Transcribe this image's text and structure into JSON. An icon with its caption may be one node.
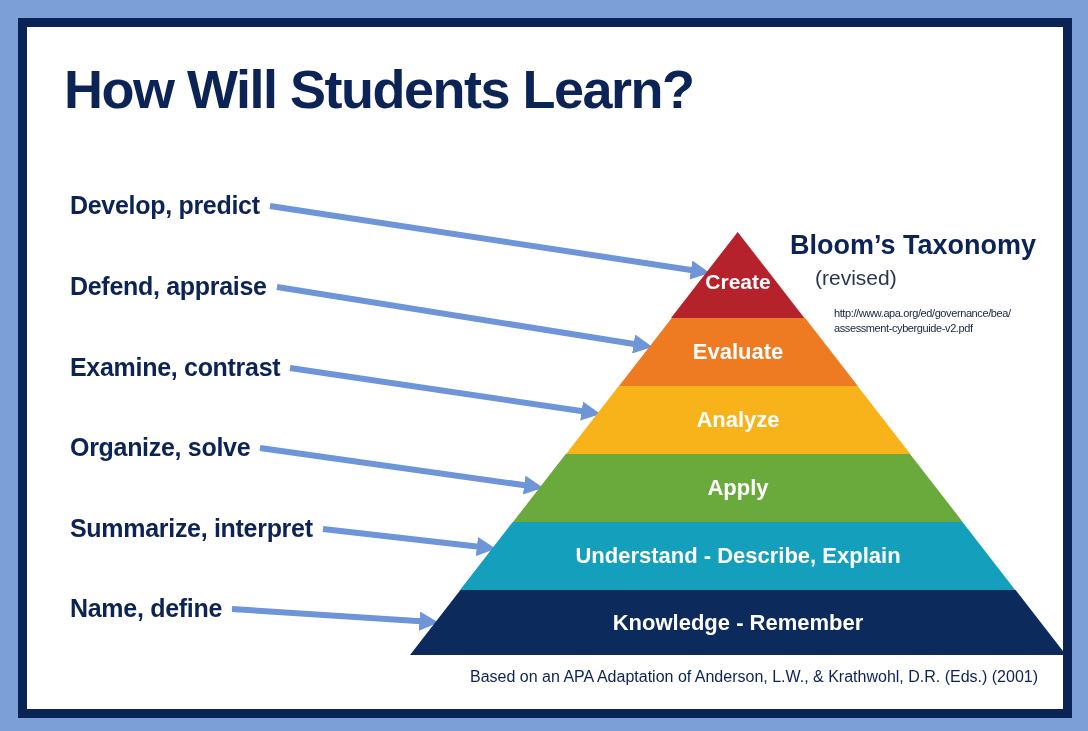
{
  "diagram": {
    "title": "How Will Students Learn?",
    "caption": "Based on an APA Adaptation of Anderson, L.W., & Krathwohl, D.R. (Eds.) (2001)",
    "nodes": [
      {
        "text": [
          "Develop, predict"
        ]
      },
      {
        "text": [
          "Defend, appraise"
        ]
      },
      {
        "text": [
          "Examine, contrast"
        ]
      },
      {
        "text": [
          "Organize, solve"
        ]
      },
      {
        "text": [
          "Summarize, interpret"
        ]
      },
      {
        "text": [
          "Name, define"
        ]
      },
      {
        "text": [
          "Create"
        ]
      },
      {
        "text": [
          "Evaluate"
        ]
      },
      {
        "text": [
          "Analyze"
        ]
      },
      {
        "text": [
          "Apply"
        ]
      },
      {
        "text": [
          "Understand - Describe, Explain"
        ]
      },
      {
        "text": [
          "Knowledge - Remember"
        ]
      }
    ],
    "edges": [
      {
        "from": 0,
        "to": 6,
        "arrow": "to"
      },
      {
        "from": 1,
        "to": 7,
        "arrow": "to"
      },
      {
        "from": 2,
        "to": 8,
        "arrow": "to"
      },
      {
        "from": 3,
        "to": 9,
        "arrow": "to"
      },
      {
        "from": 4,
        "to": 10,
        "arrow": "to"
      },
      {
        "from": 5,
        "to": 11,
        "arrow": "to"
      }
    ],
    "labels": [
      "Bloom’s Taxonomy",
      "(revised)",
      "http://www.apa.org/ed/governance/bea/ assessment-cyberguide-v2.pdf"
    ]
  }
}
